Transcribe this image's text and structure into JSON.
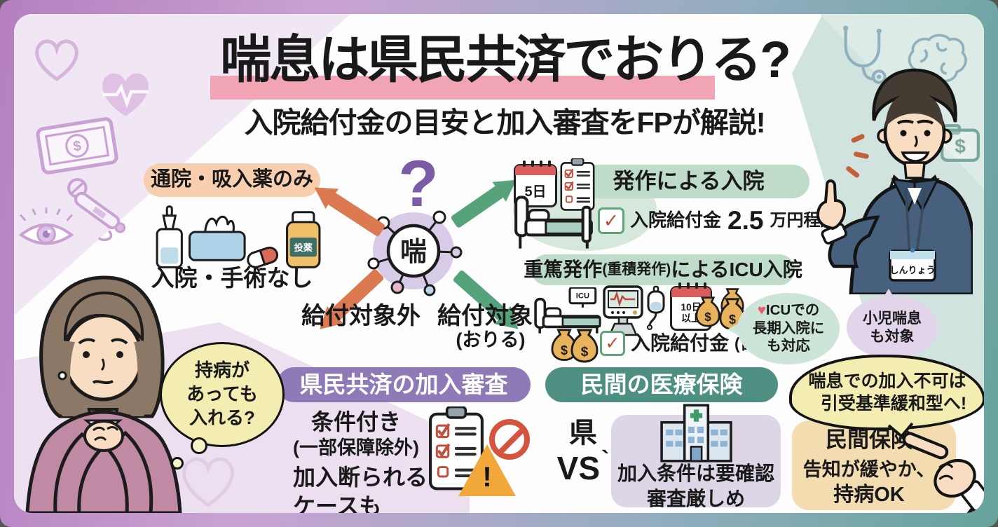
{
  "colors": {
    "frame_left": "#b57fc0",
    "frame_right": "#66a39c",
    "title_highlight": "#f1a5b4",
    "badge_peach": "#f7cfae",
    "banner_green": "#bedcc9",
    "banner_purple": "#8d7ab6",
    "banner_teal": "#4d9082",
    "box_lavender": "#ddd6e7",
    "box_peach": "#f3dcb0",
    "bubble_yellow": "#f3edb2",
    "bubble_green": "#cde5d8",
    "bubble_purple": "#e2d4eb",
    "arrow_orange": "#db7a50",
    "arrow_green": "#55a27b",
    "question_purple": "#7b5ba6"
  },
  "icons": {
    "check": "✓",
    "dollar": "$",
    "heart": "♥",
    "exclaim": "!"
  },
  "header": {
    "title": "喘息は県民共済でおりる?",
    "subtitle": "入院給付金の目安と加入審査をFPが解説!"
  },
  "outpatient": {
    "badge": "通院・吸入薬のみ",
    "caption": "入院・手術なし",
    "bottle_label": "投薬"
  },
  "hub": {
    "question_mark": "?",
    "center_kanji": "喘",
    "not_covered": "給付対象外",
    "covered": "給付対象",
    "covered_note": "(おりる)"
  },
  "hospitalization": {
    "banner": "発作による入院",
    "calendar": "5日",
    "benefit_label": "入院給付金",
    "benefit_amount": "2.5",
    "benefit_unit": "万円程度"
  },
  "icu": {
    "banner_main": "重篤発作",
    "banner_paren": "(重積発作)",
    "banner_rest": "によるICU入院",
    "monitor": "ICU",
    "calendar_line1": "10日",
    "calendar_line2": "以上",
    "benefit_label": "入院給付金",
    "benefit_note": "(日数分)",
    "bubble_line1": "ICUでの",
    "bubble_line2": "長期入院に",
    "bubble_line3": "も対応"
  },
  "pediatric": {
    "line1": "小児喘息",
    "line2": "も対象"
  },
  "thought": {
    "line1": "持病が",
    "line2": "あっても",
    "line3": "入れる?"
  },
  "kyosai": {
    "banner": "県民共済の加入審査",
    "line1": "条件付き",
    "line2": "(一部保障除外)",
    "line3": "加入断られる",
    "line4": "ケースも"
  },
  "versus": {
    "top": "県",
    "bottom": "VS",
    "accent": "`"
  },
  "private_ins": {
    "banner": "民間の医療保険",
    "box_line1": "加入条件は要確認",
    "box_line2": "審査厳しめ"
  },
  "relief": {
    "bubble_line1": "喘息での加入不可は",
    "bubble_line2": "引受基準緩和型へ!",
    "box_title": "民間保険",
    "box_line1": "告知が緩やか、",
    "box_line2": "持病OK"
  },
  "fp": {
    "name_tag": "しんりょう"
  }
}
